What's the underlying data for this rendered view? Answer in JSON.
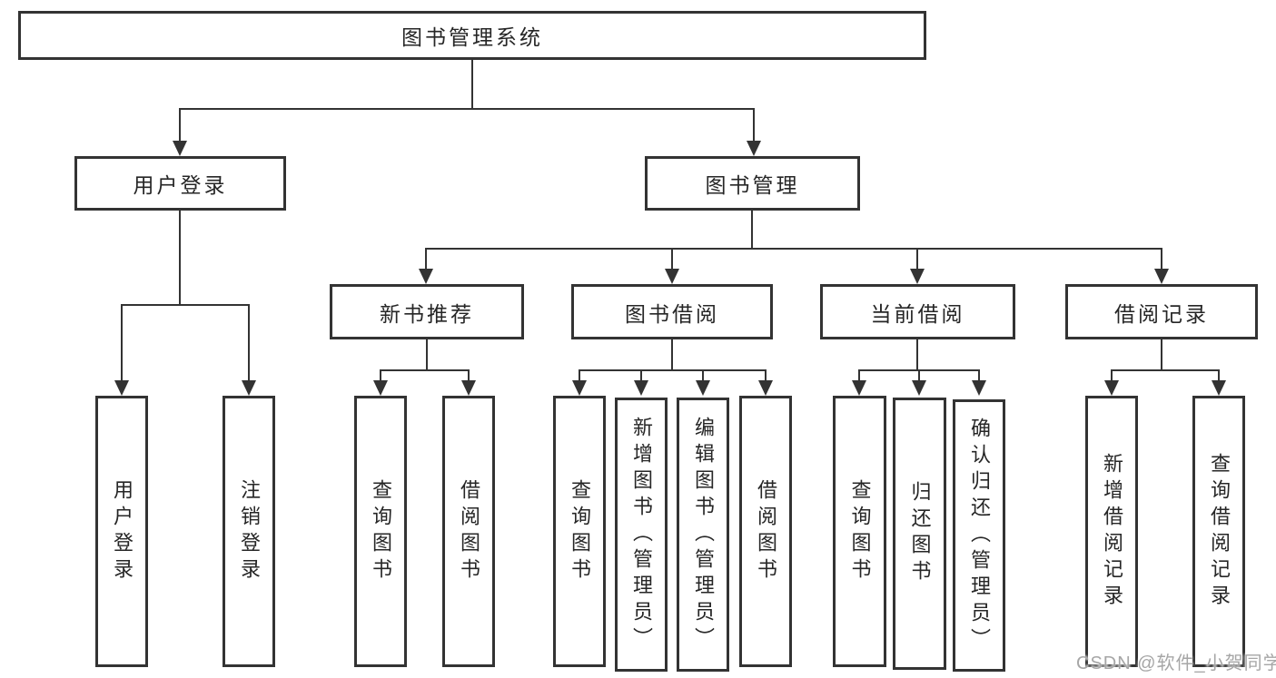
{
  "diagram_type": "hierarchy-tree",
  "watermark": "CSDN @软件_小贺同学",
  "colors": {
    "line": "#333333",
    "box_border": "#333333",
    "text": "#262626",
    "watermark": "#a6a6a6",
    "background": "#ffffff"
  },
  "tree": {
    "label": "图书管理系统",
    "children": [
      {
        "label": "用户登录",
        "children": [
          {
            "label": "用户登录"
          },
          {
            "label": "注销登录"
          }
        ]
      },
      {
        "label": "图书管理",
        "children": [
          {
            "label": "新书推荐",
            "children": [
              {
                "label": "查询图书"
              },
              {
                "label": "借阅图书"
              }
            ]
          },
          {
            "label": "图书借阅",
            "children": [
              {
                "label": "查询图书"
              },
              {
                "label": "新增图书（管理员）"
              },
              {
                "label": "编辑图书（管理员）"
              },
              {
                "label": "借阅图书"
              }
            ]
          },
          {
            "label": "当前借阅",
            "children": [
              {
                "label": "查询图书"
              },
              {
                "label": "归还图书"
              },
              {
                "label": "确认归还（管理员）"
              }
            ]
          },
          {
            "label": "借阅记录",
            "children": [
              {
                "label": "新增借阅记录"
              },
              {
                "label": "查询借阅记录"
              }
            ]
          }
        ]
      }
    ]
  }
}
